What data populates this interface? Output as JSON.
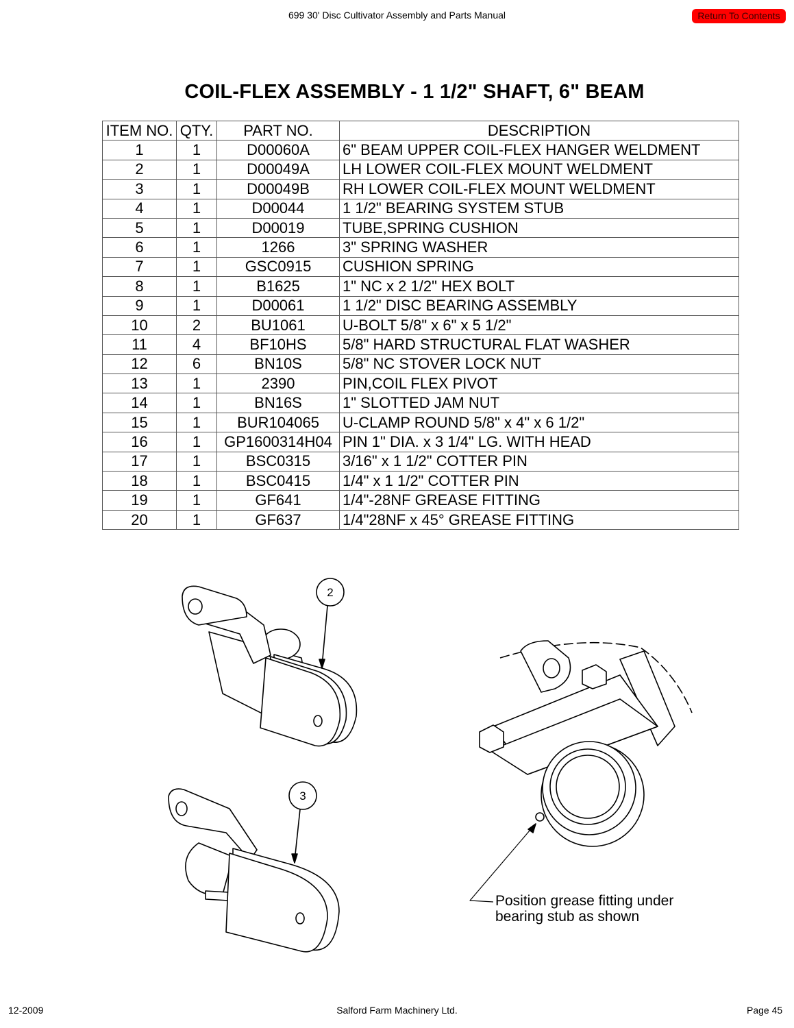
{
  "header": {
    "title": "699 30' Disc Cultivator Assembly and Parts Manual",
    "return_button": "Return To Contents"
  },
  "page_title": "COIL-FLEX ASSEMBLY - 1 1/2\" SHAFT, 6\" BEAM",
  "table": {
    "columns": [
      "ITEM NO.",
      "QTY.",
      "PART NO.",
      "DESCRIPTION"
    ],
    "rows": [
      [
        "1",
        "1",
        "D00060A",
        "6\" BEAM UPPER COIL-FLEX HANGER WELDMENT"
      ],
      [
        "2",
        "1",
        "D00049A",
        "LH LOWER COIL-FLEX MOUNT WELDMENT"
      ],
      [
        "3",
        "1",
        "D00049B",
        "RH LOWER COIL-FLEX MOUNT WELDMENT"
      ],
      [
        "4",
        "1",
        "D00044",
        "1 1/2\" BEARING SYSTEM STUB"
      ],
      [
        "5",
        "1",
        "D00019",
        "TUBE,SPRING CUSHION"
      ],
      [
        "6",
        "1",
        "1266",
        "3\" SPRING WASHER"
      ],
      [
        "7",
        "1",
        "GSC0915",
        "CUSHION SPRING"
      ],
      [
        "8",
        "1",
        "B1625",
        "1\" NC x 2 1/2\" HEX BOLT"
      ],
      [
        "9",
        "1",
        "D00061",
        "1 1/2\" DISC BEARING ASSEMBLY"
      ],
      [
        "10",
        "2",
        "BU1061",
        "U-BOLT 5/8\" x 6\" x 5 1/2\""
      ],
      [
        "11",
        "4",
        "BF10HS",
        "5/8\" HARD STRUCTURAL FLAT WASHER"
      ],
      [
        "12",
        "6",
        "BN10S",
        "5/8\" NC STOVER LOCK NUT"
      ],
      [
        "13",
        "1",
        "2390",
        "PIN,COIL FLEX PIVOT"
      ],
      [
        "14",
        "1",
        "BN16S",
        "1\" SLOTTED JAM NUT"
      ],
      [
        "15",
        "1",
        "BUR104065",
        "U-CLAMP ROUND 5/8\" x 4\" x 6 1/2\""
      ],
      [
        "16",
        "1",
        "GP1600314H04",
        "PIN 1\" DIA. x 3 1/4\" LG. WITH HEAD"
      ],
      [
        "17",
        "1",
        "BSC0315",
        "3/16\" x 1 1/2\" COTTER PIN"
      ],
      [
        "18",
        "1",
        "BSC0415",
        "1/4\" x 1 1/2\" COTTER PIN"
      ],
      [
        "19",
        "1",
        "GF641",
        "1/4\"-28NF GREASE FITTING"
      ],
      [
        "20",
        "1",
        "GF637",
        "1/4\"28NF x 45° GREASE FITTING"
      ]
    ]
  },
  "drawing": {
    "callout_2": "2",
    "callout_3": "3",
    "note_line1": "Position grease fitting under",
    "note_line2": "bearing stub as shown"
  },
  "footer": {
    "date": "12-2009",
    "company": "Salford Farm Machinery Ltd.",
    "page": "Page 45"
  }
}
